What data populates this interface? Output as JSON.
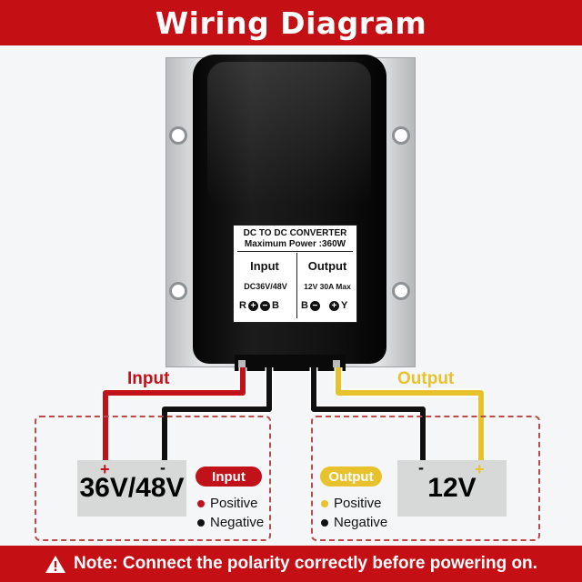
{
  "header": {
    "title": "Wiring Diagram"
  },
  "device": {
    "label_line1": "DC TO DC CONVERTER",
    "label_line2": "Maximum Power :360W",
    "input_title": "Input",
    "output_title": "Output",
    "input_spec": "DC36V/48V",
    "output_spec": "12V 30A Max",
    "input_r": "R",
    "input_b": "B",
    "output_b": "B",
    "output_y": "Y",
    "plus_symbol": "+",
    "minus_symbol": "−"
  },
  "wires": {
    "input_label": "Input",
    "output_label": "Output",
    "input_color": "#c1121a",
    "output_color": "#e8c22c",
    "negative_color": "#111111"
  },
  "input_panel": {
    "voltage": "36V/48V",
    "plus": "+",
    "minus": "-",
    "pill": "Input",
    "pill_color": "#c1121a",
    "positive": "Positive",
    "negative": "Negative"
  },
  "output_panel": {
    "voltage": "12V",
    "plus": "+",
    "minus": "-",
    "pill": "Output",
    "pill_color": "#e8c22c",
    "positive": "Positive",
    "negative": "Negative"
  },
  "footer": {
    "note": "Note: Connect the polarity correctly before powering on.",
    "icon": "warning-triangle-icon"
  },
  "colors": {
    "brand_red": "#c40f14",
    "accent_yellow": "#e8c22c"
  }
}
